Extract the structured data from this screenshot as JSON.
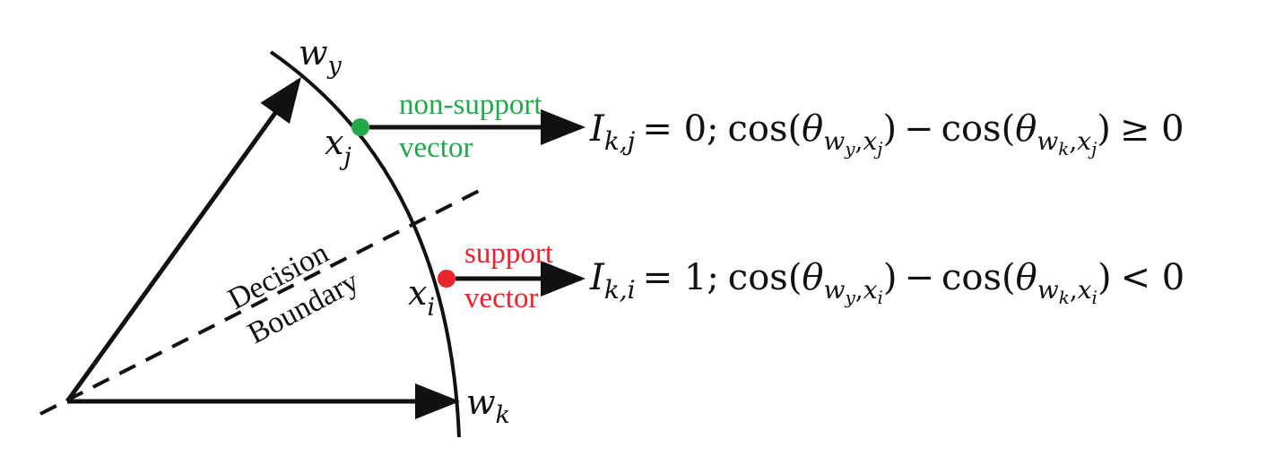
{
  "colors": {
    "ink": "#111111",
    "non_support": "#22a84a",
    "support": "#e8242d"
  },
  "vectors": {
    "wy": {
      "base": "w",
      "sub": "y"
    },
    "wk": {
      "base": "w",
      "sub": "k"
    }
  },
  "boundary": {
    "line1": "Decision",
    "line2": "Boundary"
  },
  "points": {
    "xj": {
      "base": "x",
      "sub": "j"
    },
    "xi": {
      "base": "x",
      "sub": "i"
    }
  },
  "labels": {
    "non_support_line1": "non-support",
    "non_support_line2": "vector",
    "support_line1": "support",
    "support_line2": "vector"
  },
  "equations": {
    "top": {
      "I": "I",
      "I_sub": "k,j",
      "eq": "= 0;",
      "cos": "cos",
      "theta": "θ",
      "w1": "w",
      "w1_sub": "y",
      "x1": "x",
      "x1_sub": "j",
      "minus": "−",
      "w2": "w",
      "w2_sub": "k",
      "x2": "x",
      "x2_sub": "j",
      "rel": "≥ 0"
    },
    "bottom": {
      "I": "I",
      "I_sub": "k,i",
      "eq": "= 1;",
      "cos": "cos",
      "theta": "θ",
      "w1": "w",
      "w1_sub": "y",
      "x1": "x",
      "x1_sub": "i",
      "minus": "−",
      "w2": "w",
      "w2_sub": "k",
      "x2": "x",
      "x2_sub": "i",
      "rel": "< 0"
    }
  }
}
